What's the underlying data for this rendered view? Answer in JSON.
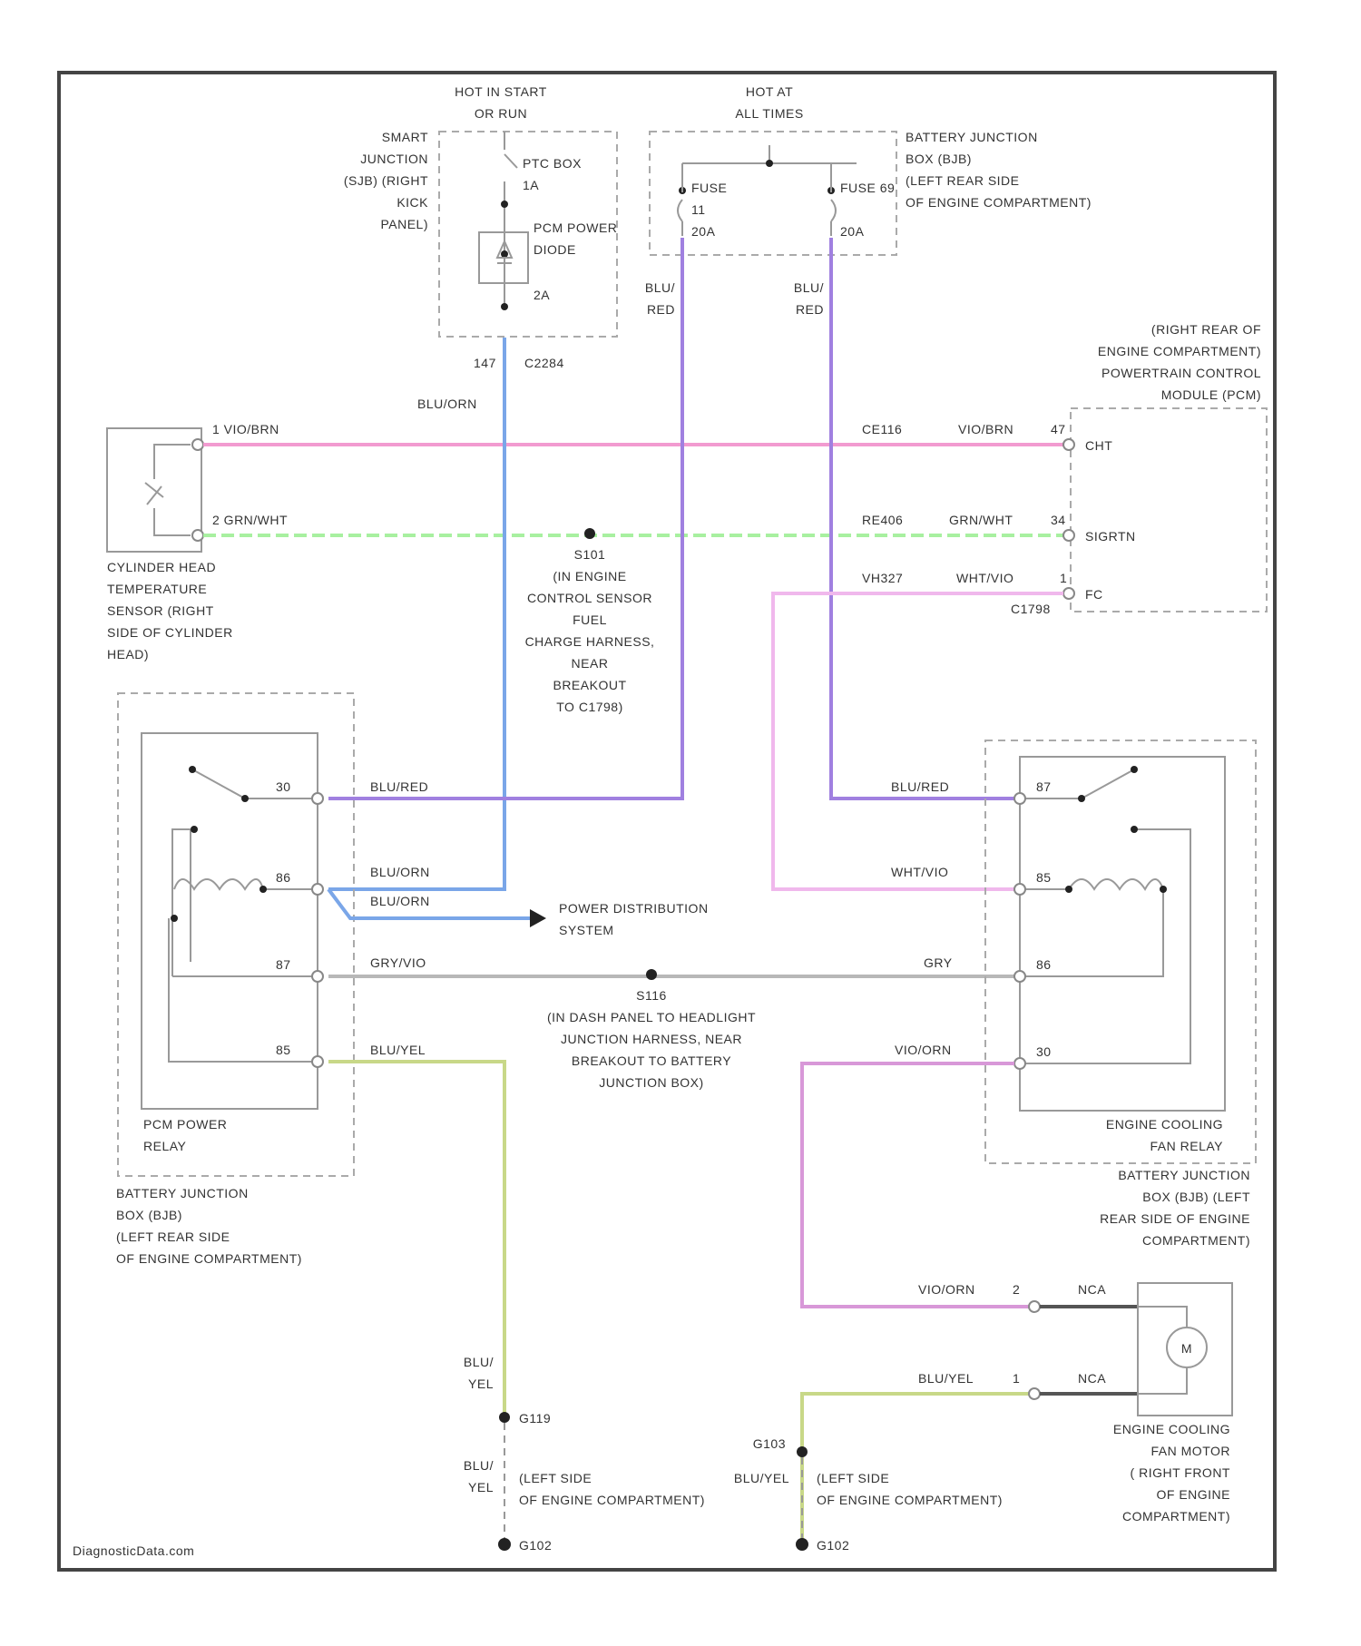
{
  "colors": {
    "pink_wire": "#f29bd0",
    "green_wire": "#a8f0a0",
    "purple_wire": "#a080e0",
    "blue_wire": "#7aa6e8",
    "lightpink_wire": "#f0b8ec",
    "yellow_green_wire": "#c8d888",
    "mauve_wire": "#d898d8",
    "gray_wire": "#b8b8b8"
  },
  "supply": {
    "hot_start_run": "HOT IN START\nOR RUN",
    "hot_all_times": "HOT AT\nALL TIMES"
  },
  "sjb": {
    "label": "SMART\nJUNCTION\n(SJB) (RIGHT\nKICK\nPANEL)",
    "ptc": "PTC BOX\n1A",
    "diode": "PCM POWER\nDIODE",
    "pin": "2A",
    "pin_left": "147",
    "connector": "C2284"
  },
  "bjb_top": {
    "label": "BATTERY JUNCTION\nBOX (BJB)\n(LEFT REAR SIDE\nOF ENGINE COMPARTMENT)",
    "fuse1": "FUSE\n11",
    "fuse1_amp": "20A",
    "fuse2": "FUSE 69",
    "fuse2_amp": "20A"
  },
  "wires": {
    "blu_red_left": "BLU/\nRED",
    "blu_red_right": "BLU/\nRED",
    "blu_org_top": "BLU/ORN",
    "vio_brn": "1  VIO/BRN",
    "grn_wht": "2  GRN/WHT",
    "ce116": "CE116",
    "vio_brn_r": "VIO/BRN",
    "pin47": "47",
    "re406": "RE406",
    "grn_wht_r": "GRN/WHT",
    "pin34": "34",
    "vh327": "VH327",
    "wht_vio": "WHT/VIO",
    "pin1": "1",
    "c1798": "C1798",
    "blu_red_30": "BLU/RED",
    "blu_red_87": "BLU/RED",
    "blu_orn_86a": "BLU/ORN",
    "blu_orn_86b": "BLU/ORN",
    "gry_vio": "GRY/VIO",
    "gry": "GRY",
    "blu_yel_85": "BLU/YEL",
    "wht_vio_86": "WHT/VIO",
    "vio_orn_30": "VIO/ORN",
    "vio_orn_motor": "VIO/ORN",
    "blu_yel_motor": "BLU/YEL",
    "blu_yel_left": "BLU/\nYEL",
    "blu_yel_left2": "BLU/\nYEL",
    "blu_yel_right": "BLU/YEL",
    "nca1": "NCA",
    "nca2": "NCA",
    "m_pin2": "2",
    "m_pin1": "1"
  },
  "pcm": {
    "label": "(RIGHT REAR OF\nENGINE COMPARTMENT)\nPOWERTRAIN CONTROL\nMODULE (PCM)",
    "cht": "CHT",
    "sigrtn": "SIGRTN",
    "fc": "FC"
  },
  "cht_sensor": {
    "label": "CYLINDER HEAD\nTEMPERATURE\nSENSOR (RIGHT\nSIDE OF CYLINDER\nHEAD)"
  },
  "splice_s101": {
    "label": "S101\n(IN ENGINE\nCONTROL SENSOR\nFUEL\nCHARGE HARNESS,\nNEAR\nBREAKOUT\nTO C1798)"
  },
  "pcm_relay": {
    "label": "PCM POWER\nRELAY",
    "box_label": "BATTERY JUNCTION\nBOX (BJB)\n(LEFT REAR SIDE\nOF ENGINE COMPARTMENT)",
    "p30": "30",
    "p86": "86",
    "p87": "87",
    "p85": "85"
  },
  "power_dist": "POWER DISTRIBUTION\nSYSTEM",
  "splice_s116": "S116\n(IN DASH PANEL TO HEADLIGHT\nJUNCTION HARNESS, NEAR\nBREAKOUT TO BATTERY\nJUNCTION BOX)",
  "fan_relay": {
    "label": "ENGINE COOLING\nFAN RELAY",
    "box_label": "BATTERY JUNCTION\nBOX (BJB) (LEFT\nREAR SIDE OF ENGINE\nCOMPARTMENT)",
    "p87": "87",
    "p85": "85",
    "p86": "86",
    "p30": "30"
  },
  "fan_motor": {
    "label": "ENGINE COOLING\nFAN MOTOR\n( RIGHT FRONT\nOF ENGINE\nCOMPARTMENT)",
    "symbol": "M"
  },
  "grounds": {
    "g119": "G119",
    "g102": "G102",
    "g103": "G103",
    "g102b": "G102",
    "left_loc": "(LEFT SIDE\nOF ENGINE COMPARTMENT)",
    "right_loc": "(LEFT SIDE\nOF ENGINE COMPARTMENT)"
  },
  "footer": "DiagnosticData.com"
}
